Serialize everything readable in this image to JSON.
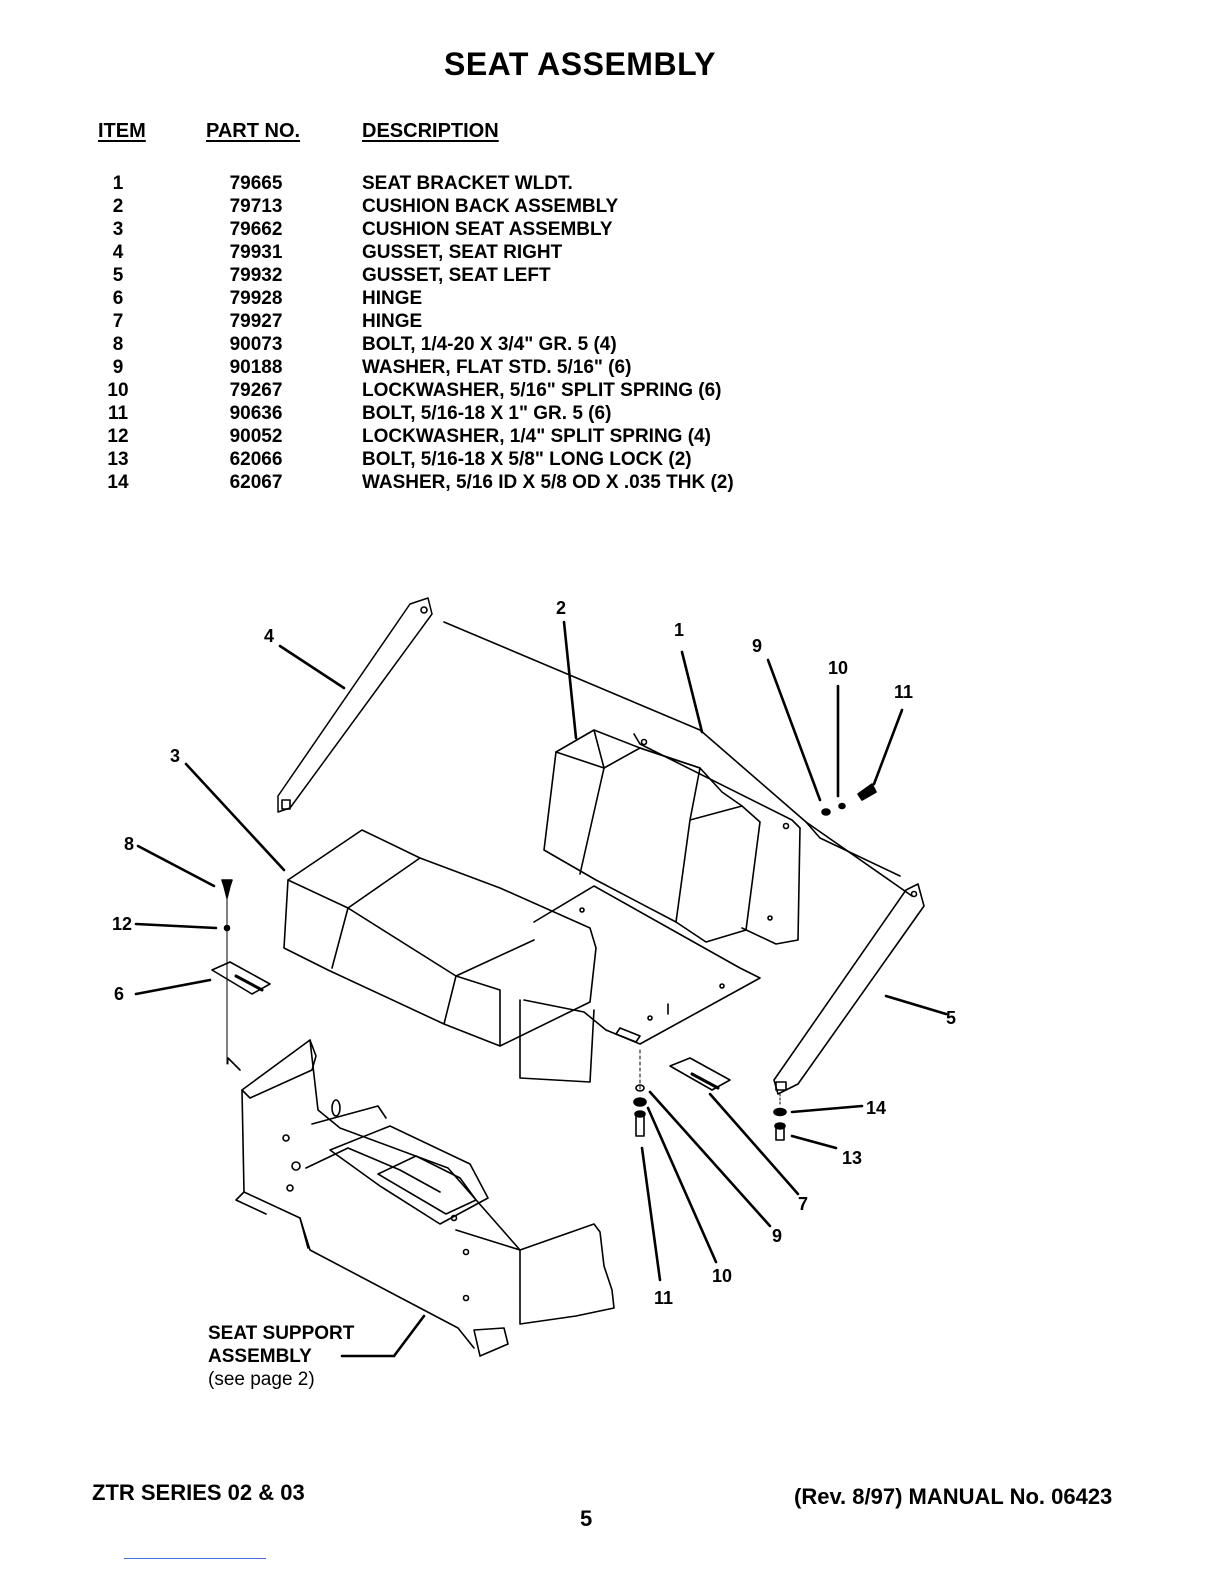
{
  "title": "SEAT ASSEMBLY",
  "columns": {
    "item": "ITEM",
    "part_no": "PART NO.",
    "description": "DESCRIPTION"
  },
  "parts": [
    {
      "item": "1",
      "part_no": "79665",
      "description": "SEAT BRACKET WLDT."
    },
    {
      "item": "2",
      "part_no": "79713",
      "description": "CUSHION BACK ASSEMBLY"
    },
    {
      "item": "3",
      "part_no": "79662",
      "description": "CUSHION SEAT ASSEMBLY"
    },
    {
      "item": "4",
      "part_no": "79931",
      "description": "GUSSET, SEAT RIGHT"
    },
    {
      "item": "5",
      "part_no": "79932",
      "description": "GUSSET, SEAT LEFT"
    },
    {
      "item": "6",
      "part_no": "79928",
      "description": "HINGE"
    },
    {
      "item": "7",
      "part_no": "79927",
      "description": "HINGE"
    },
    {
      "item": "8",
      "part_no": "90073",
      "description": "BOLT, 1/4-20 X 3/4\" GR. 5  (4)"
    },
    {
      "item": "9",
      "part_no": "90188",
      "description": "WASHER, FLAT STD. 5/16\"  (6)"
    },
    {
      "item": "10",
      "part_no": "79267",
      "description": "LOCKWASHER, 5/16\" SPLIT SPRING  (6)"
    },
    {
      "item": "11",
      "part_no": "90636",
      "description": "BOLT, 5/16-18 X 1\" GR. 5  (6)"
    },
    {
      "item": "12",
      "part_no": "90052",
      "description": "LOCKWASHER, 1/4\" SPLIT SPRING  (4)"
    },
    {
      "item": "13",
      "part_no": "62066",
      "description": "BOLT, 5/16-18 X 5/8\" LONG LOCK  (2)"
    },
    {
      "item": "14",
      "part_no": "62067",
      "description": "WASHER, 5/16 ID X 5/8 OD X .035 THK  (2)"
    }
  ],
  "callouts": {
    "c1": "1",
    "c2": "2",
    "c3": "3",
    "c4": "4",
    "c5": "5",
    "c6": "6",
    "c7": "7",
    "c8": "8",
    "c9a": "9",
    "c9b": "9",
    "c10a": "10",
    "c10b": "10",
    "c11a": "11",
    "c11b": "11",
    "c12": "12",
    "c13": "13",
    "c14": "14"
  },
  "seat_support": {
    "line1": "SEAT SUPPORT",
    "line2": "ASSEMBLY",
    "note": "(see page 2)"
  },
  "footer": {
    "left": "ZTR SERIES 02 & 03",
    "page": "5",
    "right": "(Rev. 8/97) MANUAL No. 06423"
  }
}
